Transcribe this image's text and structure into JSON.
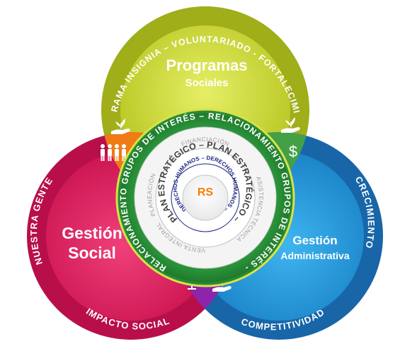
{
  "circles": {
    "top": {
      "title": "Programas",
      "subtitle": "Sociales",
      "ring_text": "PROGRAMA INSIGNIA – VOLUNTARIADO - FORTALECIMIENTO",
      "color": "#c8d62e",
      "ring_color": "#a8b820"
    },
    "left": {
      "title": "Gestión",
      "subtitle": "Social",
      "ring_text_left": "NUESTRA GENTE",
      "ring_text_bottom": "IMPACTO  SOCIAL",
      "color": "#e8175d",
      "ring_color": "#c21250"
    },
    "right": {
      "title": "Gestión",
      "subtitle": "Administrativa",
      "ring_text_right": "CRECIMIENTO",
      "ring_text_bottom": "COMPETITIVIDAD",
      "color": "#1e9be0",
      "ring_color": "#1a6fb0"
    }
  },
  "overlaps": {
    "top_left": {
      "color": "#f07a14",
      "icon": "hand-plant-icon people-group-icon"
    },
    "top_right": {
      "color": "#4caf50",
      "icon": "hand-plant-icon dollar-icon"
    },
    "bottom": {
      "color": "#8e24aa",
      "icon": "scales-icon hand-plant-icon"
    }
  },
  "center": {
    "ring_outer_text": "RELACIONAMIENTO GRUPOS DE INTERÉS – RELACIONAMIENTO GRUPOS DE INTERÉS -",
    "small_ring_text": [
      "FINANCIACIÓN",
      "ASISTENCIA TÉCNICA",
      "VENTA INTEGRAL",
      "PLANEACIÓN"
    ],
    "plan_text": "PLAN ESTRATÉGICO – PLAN ESTRATÉGICO –",
    "dh_text": "DERECHOS HUMANOS – DERECHOS HUMANOS –",
    "core_label": "RS",
    "core_color": "#f57c00"
  }
}
